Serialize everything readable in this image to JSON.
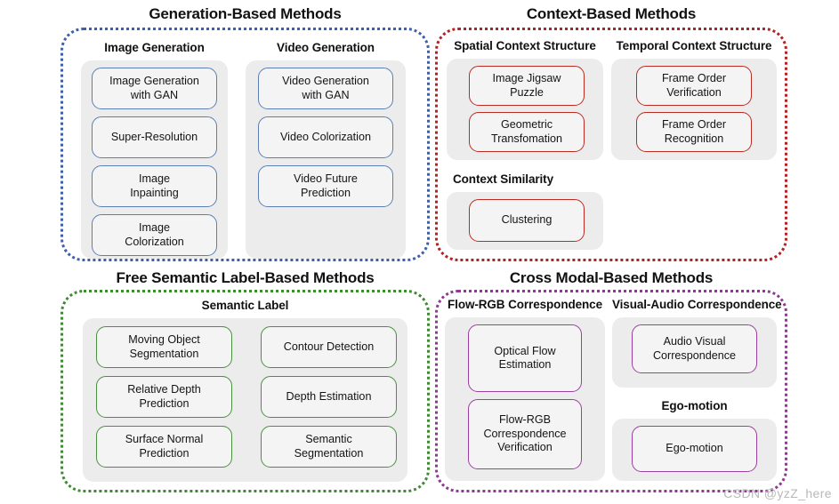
{
  "watermark": "CSDN @yzZ_here",
  "quadrants": [
    {
      "id": "generation-based",
      "title": "Generation-Based Methods",
      "color": "#3f5fa8",
      "groups": [
        {
          "id": "image-generation",
          "title": "Image Generation",
          "boxes": [
            "Image Generation\nwith GAN",
            "Super-Resolution",
            "Image\nInpainting",
            "Image\nColorization"
          ]
        },
        {
          "id": "video-generation",
          "title": "Video Generation",
          "boxes": [
            "Video Generation\nwith GAN",
            "Video Colorization",
            "Video Future\nPrediction"
          ]
        }
      ]
    },
    {
      "id": "context-based",
      "title": "Context-Based Methods",
      "color": "#b22222",
      "groups": [
        {
          "id": "spatial-context-structure",
          "title": "Spatial Context Structure",
          "boxes": [
            "Image Jigsaw\nPuzzle",
            "Geometric\nTransfomation"
          ]
        },
        {
          "id": "temporal-context-structure",
          "title": "Temporal Context Structure",
          "boxes": [
            "Frame Order\nVerification",
            "Frame Order\nRecognition"
          ]
        },
        {
          "id": "context-similarity",
          "title": "Context Similarity",
          "boxes": [
            "Clustering"
          ]
        }
      ]
    },
    {
      "id": "free-semantic-label-based",
      "title": "Free Semantic Label-Based Methods",
      "color": "#3f8a33",
      "groups": [
        {
          "id": "semantic-label",
          "title": "Semantic Label",
          "boxes": [
            "Moving Object\nSegmentation",
            "Contour Detection",
            "Relative Depth\nPrediction",
            "Depth Estimation",
            "Surface Normal\nPrediction",
            "Semantic\nSegmentation"
          ]
        }
      ]
    },
    {
      "id": "cross-modal-based",
      "title": "Cross Modal-Based Methods",
      "color": "#8e3a93",
      "groups": [
        {
          "id": "flow-rgb-correspondence",
          "title": "Flow-RGB Correspondence",
          "boxes": [
            "Optical Flow\nEstimation",
            "Flow-RGB\nCorrespondence\nVerification"
          ]
        },
        {
          "id": "visual-audio-correspondence",
          "title": "Visual-Audio Correspondence",
          "boxes": [
            "Audio Visual\nCorrespondence"
          ]
        },
        {
          "id": "ego-motion",
          "title": "Ego-motion",
          "boxes": [
            "Ego-motion"
          ]
        }
      ]
    }
  ]
}
